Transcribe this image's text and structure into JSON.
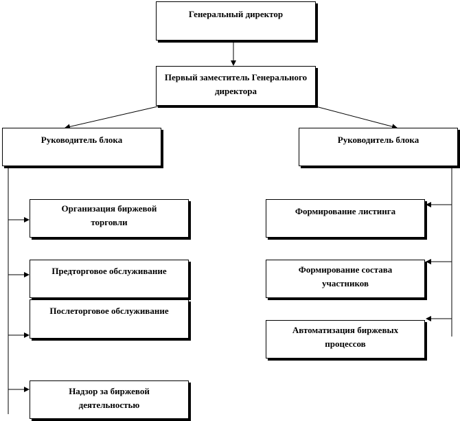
{
  "nodes": {
    "ceo": "Генеральный директор",
    "first_deputy": "Первый заместитель Генерального директора",
    "block_head_left": "Руководитель блока",
    "block_head_right": "Руководитель блока",
    "left_units": [
      "Организация биржевой торговли",
      "Предторговое обслуживание",
      "Послеторговое обслуживание",
      "Надзор за биржевой деятельностью"
    ],
    "right_units": [
      "Формирование листинга",
      "Формирование состава участников",
      "Автоматизация биржевых процессов"
    ]
  }
}
